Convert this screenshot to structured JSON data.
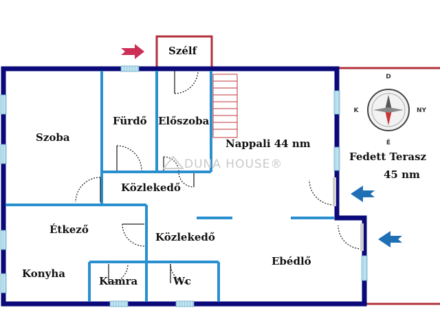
{
  "rooms": {
    "szelf": "Szélf",
    "szoba": "Szoba",
    "furdo": "Fürdő",
    "eloszoba": "Előszoba",
    "nappali": "Nappali 44 nm",
    "kozleked_top": "Közlekedő",
    "kozleked_mid": "Közlekedő",
    "etkezo": "Étkező",
    "konyha": "Konyha",
    "kamra": "Kamra",
    "wc": "Wc",
    "ebedlo": "Ebédlő",
    "terasz_name": "Fedett Terasz",
    "terasz_area": "45 nm"
  },
  "watermark": "DUNA HOUSE®",
  "compass": {
    "top": "D",
    "right": "NY",
    "bottom": "É",
    "left": "K"
  },
  "colors": {
    "wall": "#0a0a7a",
    "interior_wall": "#2a8fcf",
    "window": "#9fd4e8",
    "accent_red": "#b0303a",
    "entry_arrow": "#cc2e55",
    "blue_arrow": "#1f6fb5"
  }
}
